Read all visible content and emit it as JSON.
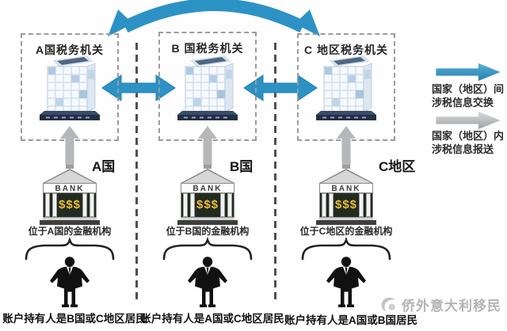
{
  "colors": {
    "exchange_blue": "#2c92c6",
    "report_gray": "#b5b7b9",
    "money_gold": "#e9bd3a"
  },
  "columns": [
    {
      "authority_title": "A国税务机关",
      "region_label": "A国",
      "bank_sign": "BANK",
      "bank_money": "$$$",
      "institution_label": "位于A国的金融机构",
      "account_holder_label": "账户持有人是B国或C地区居民"
    },
    {
      "authority_title": "B 国税务机关",
      "region_label": "B国",
      "bank_sign": "BANK",
      "bank_money": "$$$",
      "institution_label": "位于B国的金融机构",
      "account_holder_label": "账户持有人是A国或C地区居民"
    },
    {
      "authority_title": "C 地区税务机关",
      "region_label": "C地区",
      "bank_sign": "BANK",
      "bank_money": "$$$",
      "institution_label": "位于C地区的金融机构",
      "account_holder_label": "账户持有人是A国或B国居民"
    }
  ],
  "legend": {
    "exchange_line1": "国家（地区）间",
    "exchange_line2": "涉税信息交换",
    "report_line1": "国家（地区）内",
    "report_line2": "涉税信息报送"
  },
  "watermark": "侨外意大利移民"
}
